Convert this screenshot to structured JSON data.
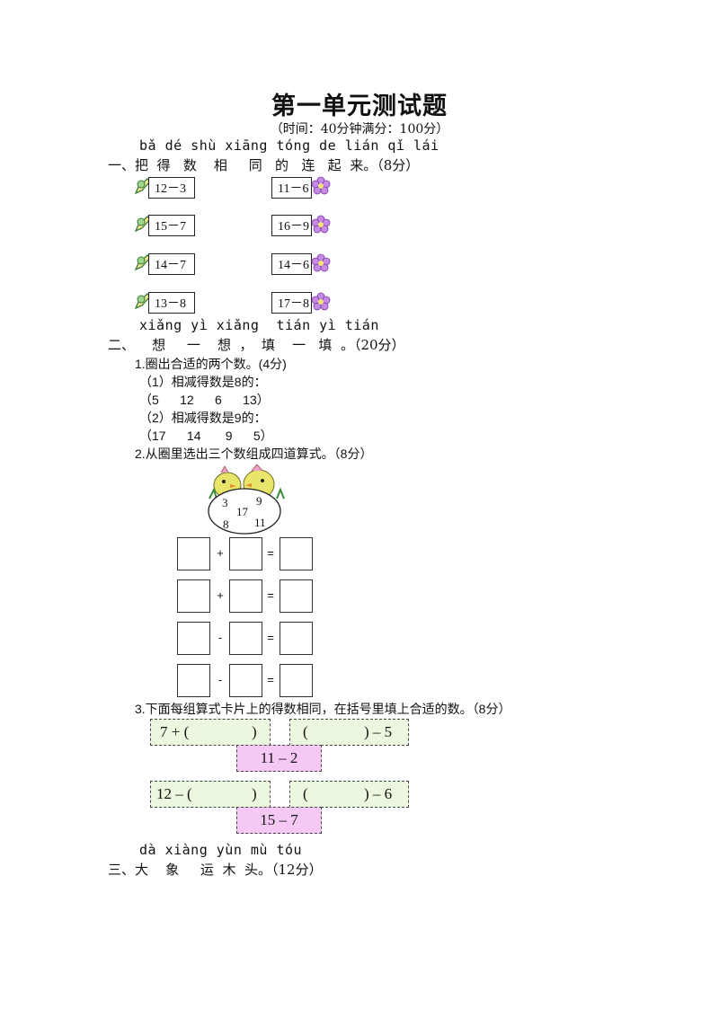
{
  "title": "第一单元测试题",
  "subtitle": "（时间：40分钟满分：100分）",
  "section1": {
    "pinyin": "bǎ dé shù xiāng tóng de lián qǐ lái",
    "heading": "一、把  得   数    相     同   的   连   起  来。（8分）",
    "left_cards": [
      "12－3",
      "15－7",
      "14－7",
      "13－8"
    ],
    "right_cards": [
      "11－6",
      "16－9",
      "14－6",
      "17－8"
    ]
  },
  "section2": {
    "pinyin": "xiǎng yì xiǎng  tián yì tián",
    "heading": "二、    想     一    想  ，  填    一   填  。（20分）",
    "q1_title": "1.圈出合适的两个数。(4分)",
    "q1_a_label": "（1）相减得数是8的：",
    "q1_a_numbers": "（5      12      6      13）",
    "q1_b_label": "（2）相减得数是9的：",
    "q1_b_numbers": "（17      14       9      5）",
    "q2_title": "2.从圈里选出三个数组成四道算式。（8分）",
    "egg_numbers": [
      "3",
      "9",
      "17",
      "8",
      "11"
    ],
    "equations": [
      {
        "op": "+",
        "eq": "="
      },
      {
        "op": "+",
        "eq": "="
      },
      {
        "op": "-",
        "eq": "="
      },
      {
        "op": "-",
        "eq": "="
      }
    ],
    "q3_title": "3.下面每组算式卡片上的得数相同，在括号里填上合适的数。（8分）",
    "group1": {
      "left_a": "7 + (",
      "left_b": ")",
      "right_a": "(",
      "right_b": ") – 5",
      "bottom": "11 – 2"
    },
    "group2": {
      "left_a": "12 – (",
      "left_b": ")",
      "right_a": "(",
      "right_b": ") – 6",
      "bottom": "15 – 7"
    }
  },
  "section3": {
    "pinyin": "dà xiàng yùn mù tóu",
    "heading": "三、大    象     运  木  头。（12分）"
  },
  "colors": {
    "green_card": "#ecf7df",
    "pink_card": "#f6c9f4",
    "flower": "#b36ad6",
    "pencil": "#3b7a3b"
  }
}
